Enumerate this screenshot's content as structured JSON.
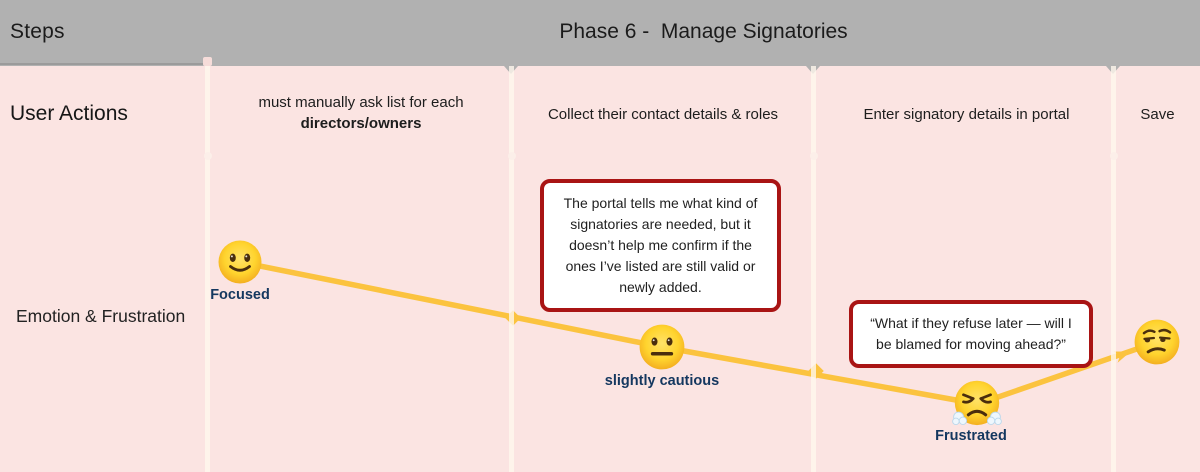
{
  "header": {
    "steps_label": "Steps",
    "phase_title": "Phase 6 -  Manage Signatories"
  },
  "rows": {
    "user_actions_label": "User Actions",
    "emotion_label": "Emotion & Frustration"
  },
  "actions": {
    "col1_line1": "must manually ask list for each",
    "col1_line2": "directors/owners",
    "col2": "Collect their contact details & roles",
    "col3": "Enter signatory details in portal",
    "col4": "Save"
  },
  "emotions": [
    {
      "label": "Focused",
      "emoji": "slightly-smiling-face"
    },
    {
      "label": "slightly cautious",
      "emoji": "neutral-face"
    },
    {
      "label": "Frustrated",
      "emoji": "face-with-steam-from-nose"
    },
    {
      "label": "",
      "emoji": "unamused-face"
    }
  ],
  "callouts": [
    {
      "text": "The portal tells me what kind of signatories are needed, but it doesn’t help me confirm if the ones I’ve listed are still valid or newly added."
    },
    {
      "text": "“What if they refuse later — will I be blamed for moving ahead?”"
    }
  ],
  "colors": {
    "header_gray": "#b1b1b1",
    "background_pink": "#fbe4e2",
    "accent_yellow": "#fbc33f",
    "callout_border": "#a91414",
    "emotion_label_navy": "#14375f"
  }
}
